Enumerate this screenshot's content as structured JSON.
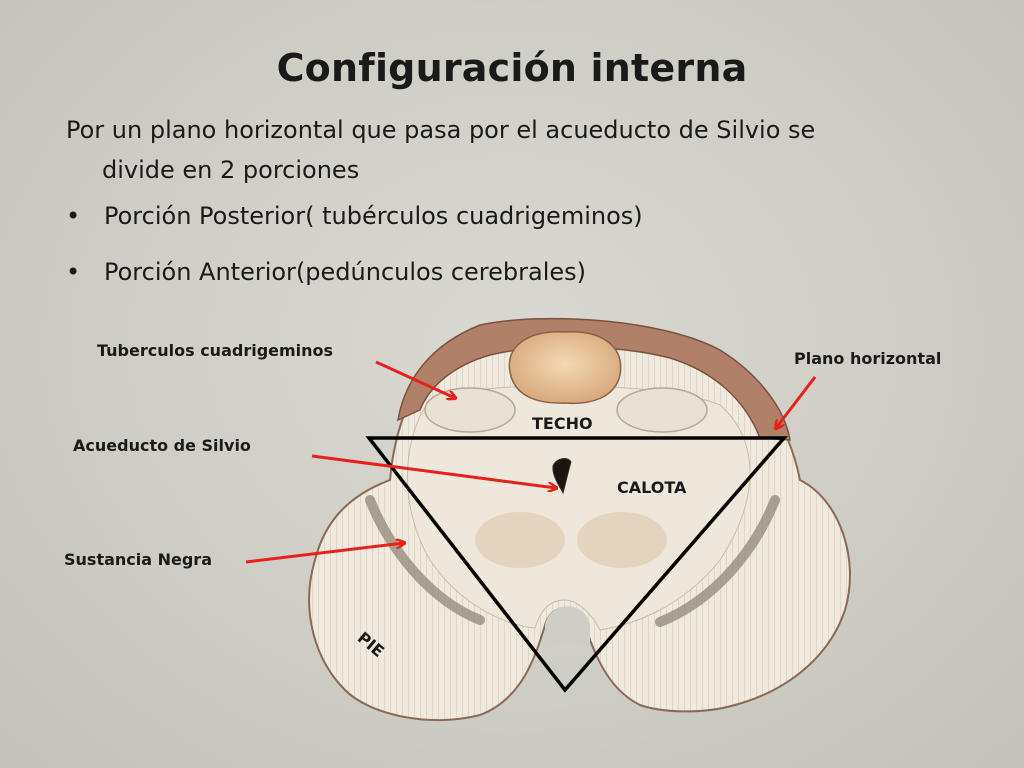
{
  "slide": {
    "title": "Configuración interna",
    "paragraph_line1": "Por un plano horizontal que pasa por el acueducto de Silvio se",
    "paragraph_line2": "divide en 2 porciones",
    "bullets": [
      {
        "marker": "•",
        "text": "Porción Posterior( tubérculos cuadrigeminos)"
      },
      {
        "marker": "•",
        "text": "Porción Anterior(pedúnculos cerebrales)"
      }
    ]
  },
  "diagram": {
    "labels": {
      "tuberculos": "Tuberculos cuadrigeminos",
      "plano": "Plano horizontal",
      "acueducto": "Acueducto de Silvio",
      "sustancia": "Sustancia Negra",
      "techo": "TECHO",
      "calota": "CALOTA",
      "pie": "PIE"
    },
    "colors": {
      "arrow": "#e8201c",
      "triangle": "#000000",
      "tissue_light": "#ece5d8",
      "tissue_brown": "#a0705a",
      "pineal": "#e9c9a0"
    }
  }
}
